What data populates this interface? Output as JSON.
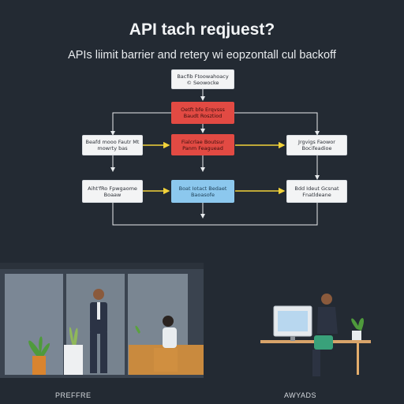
{
  "header": {
    "title": "API tach reqjuest?",
    "subtitle": "APIs liimit barrier and retery wi eopzontall cul backoff"
  },
  "flowchart": {
    "nodes": {
      "top": [
        "Bacfib Ftoowahoacy",
        "© Seowocke"
      ],
      "step_red_1": [
        "Oetft bfe Erqvsss",
        "Baudt Rosztiod"
      ],
      "left_1": [
        "Beafd mooo Fautr Mt",
        "mowrty bas"
      ],
      "center_red_2": [
        "Fialcrlae Boutsur",
        "Panm Feaguead"
      ],
      "right_1": [
        "Jrgvigs Faowor",
        "Bocifeadioe"
      ],
      "left_2": [
        "Aiht'fRo Fpwgaome",
        "Boaaw"
      ],
      "center_blue": [
        "Boat Iotact Bedaet",
        "Baoasofe"
      ],
      "right_2": [
        "Bdd Ideut Gcsnat",
        "Fnatldeane"
      ]
    }
  },
  "scene": {
    "left_caption": "PREFFRE",
    "right_caption": "AWYADS"
  }
}
